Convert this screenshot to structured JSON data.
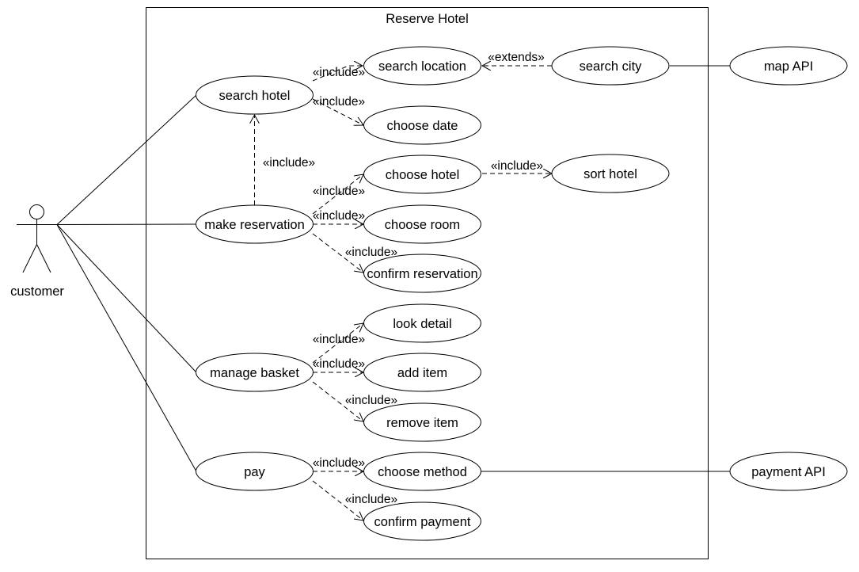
{
  "system": {
    "title": "Reserve Hotel"
  },
  "actor": {
    "label": "customer"
  },
  "use_cases": {
    "search_hotel": "search hotel",
    "make_reservation": "make reservation",
    "manage_basket": "manage basket",
    "pay": "pay",
    "search_location": "search location",
    "choose_date": "choose date",
    "choose_hotel": "choose hotel",
    "choose_room": "choose room",
    "confirm_reservation": "confirm reservation",
    "look_detail": "look detail",
    "add_item": "add item",
    "remove_item": "remove item",
    "choose_method": "choose method",
    "confirm_payment": "confirm payment",
    "search_city": "search city",
    "sort_hotel": "sort hotel"
  },
  "external_systems": {
    "map_api": "map API",
    "payment_api": "payment API"
  },
  "relation_labels": {
    "include": "«include»",
    "extends": "«extends»"
  }
}
